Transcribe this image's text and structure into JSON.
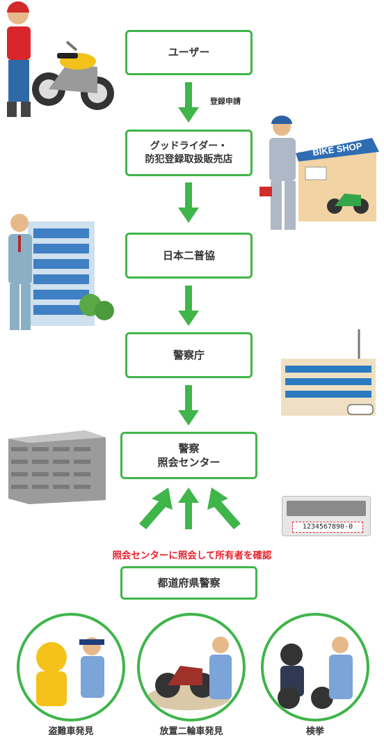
{
  "flow": {
    "user": "ユーザー",
    "application": "登録申請",
    "shop_line1": "グッドライダー・",
    "shop_line2": "防犯登録取扱販売店",
    "association": "日本二普協",
    "npa": "警察庁",
    "center_line1": "警察",
    "center_line2": "照会センター",
    "prefectural": "都道府県警察"
  },
  "note": "照会センターに照会して所有者を確認",
  "bike_shop_sign": "BIKE SHOP",
  "plate_number": "1234567890-0",
  "cases": [
    "盗難車発見",
    "放置二輪車発見",
    "検挙"
  ],
  "colors": {
    "box_border": "#3fb54a",
    "arrow": "#3fb54a",
    "note": "#e8212b"
  }
}
